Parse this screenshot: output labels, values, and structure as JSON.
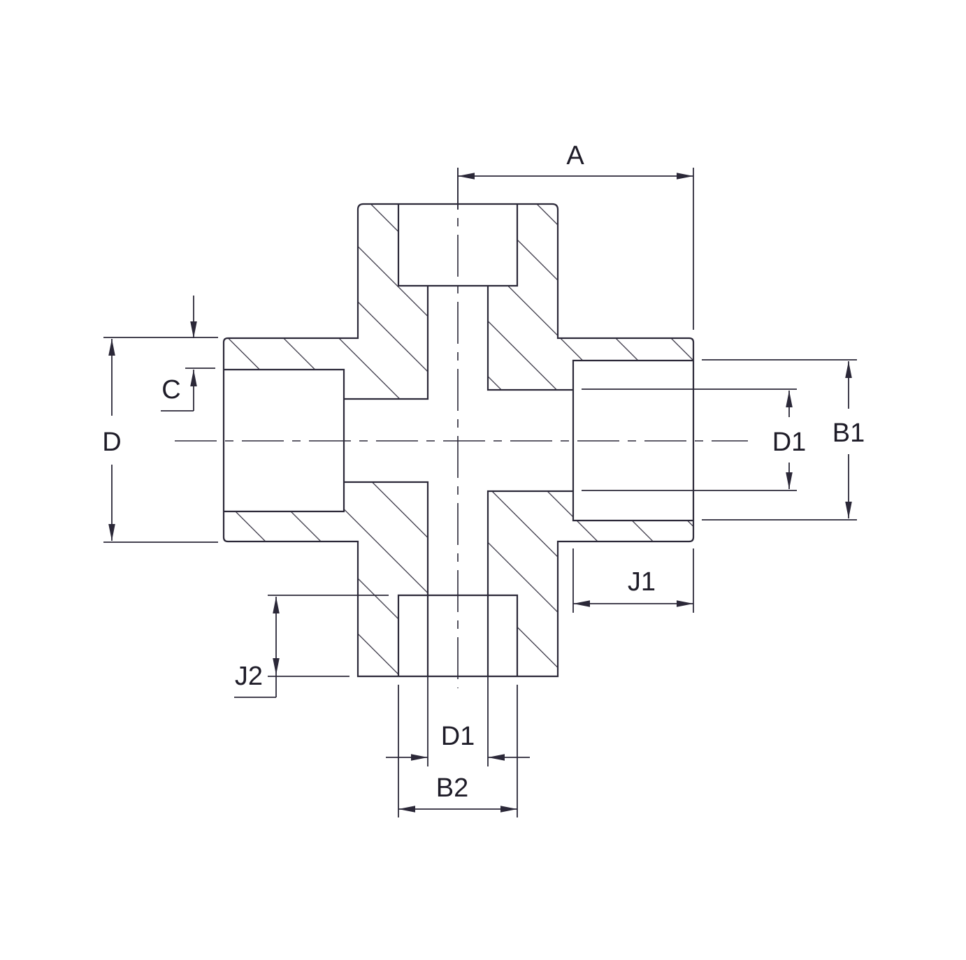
{
  "drawing": {
    "title": "Socket weld cross fitting section view",
    "line_color": "#2b2838",
    "background": "#ffffff"
  },
  "labels": {
    "A": "A",
    "C": "C",
    "D": "D",
    "D1_right": "D1",
    "B1": "B1",
    "J1": "J1",
    "J2": "J2",
    "D1_bottom": "D1",
    "B2": "B2"
  }
}
